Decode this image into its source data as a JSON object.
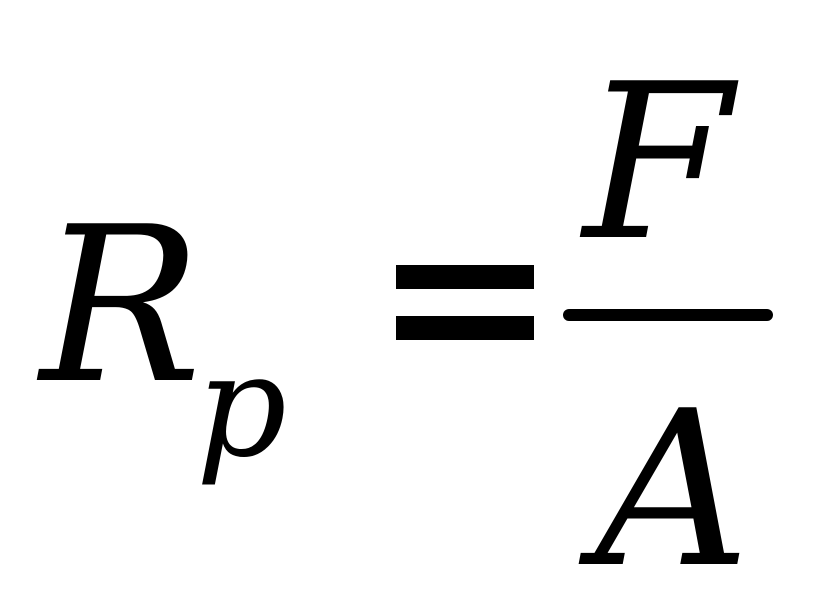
{
  "equation": {
    "lhs": {
      "variable": "R",
      "subscript": "p"
    },
    "operator": "=",
    "rhs": {
      "numerator": "F",
      "denominator": "A"
    }
  },
  "colors": {
    "background": "#ffffff",
    "ink": "#000000"
  }
}
